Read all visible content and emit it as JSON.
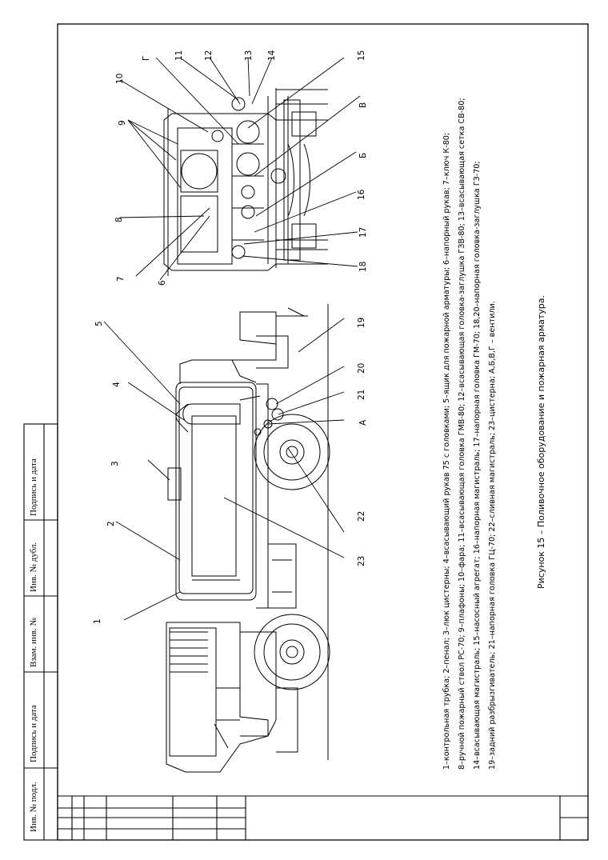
{
  "stamp_labels": [
    "Инв. № подл.",
    "Подпись и дата",
    "Взам. инв. №",
    "Инв. № дубл.",
    "Подпись и дата"
  ],
  "callouts": [
    "1",
    "2",
    "3",
    "4",
    "5",
    "6",
    "7",
    "8",
    "9",
    "10",
    "Г",
    "11",
    "12",
    "13",
    "14",
    "15",
    "В",
    "Б",
    "16",
    "17",
    "18",
    "19",
    "20",
    "21",
    "А",
    "22",
    "23"
  ],
  "legend_lines": [
    "1–контрольная трубка; 2–пенал; 3–люк цистерны; 4–всасывающий рукав 75 с головками; 5–ящик для пожарной   арматуры;   6–напорный рукав;  7–ключ К-80;",
    "8–ручной пожарный ствол РС-70; 9–плафоны; 10–фара; 11–всасывающая головка ГМВ-80; 12–всасывающая головка-заглушка ГЗВ-80; 13–всасывающая сетка СВ-80;",
    "14–всасывающая магистраль; 15–насосный агрегат; 16–напорная магистраль;          17–напорная     головка  ГМ-70;  18,20–напорная головка-заглушка ГЗ-70;",
    "19–задний разбрызгиватель; 21–напорная   головка ГЦ-70; 22–сливная магистраль;       23–цистерна;    А,Б,В,Г – вентили."
  ],
  "caption": "Рисунок 15 – Поливочное оборудование и пожарная арматура."
}
